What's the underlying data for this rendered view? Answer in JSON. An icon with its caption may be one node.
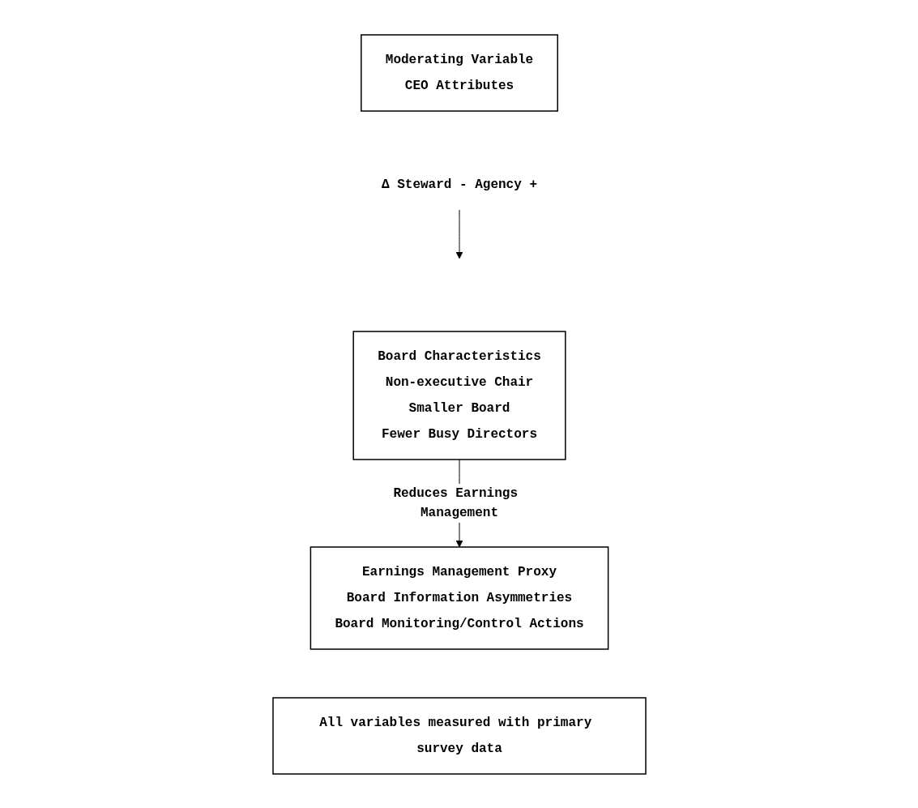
{
  "diagram": {
    "nodes": [
      {
        "text": [
          "Moderating Variable",
          "CEO Attributes"
        ]
      },
      {
        "text": [
          "Δ Steward - Agency +"
        ]
      },
      {
        "text": [
          "Board Characteristics",
          "Non-executive Chair",
          "Smaller Board",
          "Fewer Busy Directors"
        ]
      },
      {
        "text": [
          "Earnings Management Proxy",
          "Board Information Asymmetries",
          "Board Monitoring/Control Actions"
        ]
      },
      {
        "text": [
          "All variables measured with primary survey data"
        ]
      }
    ],
    "edges": [
      {
        "from": 1,
        "to": null,
        "arrow": "to"
      },
      {
        "from": 2,
        "to": 3,
        "arrow": "to",
        "label": "Reduces Earnings Management"
      }
    ]
  }
}
